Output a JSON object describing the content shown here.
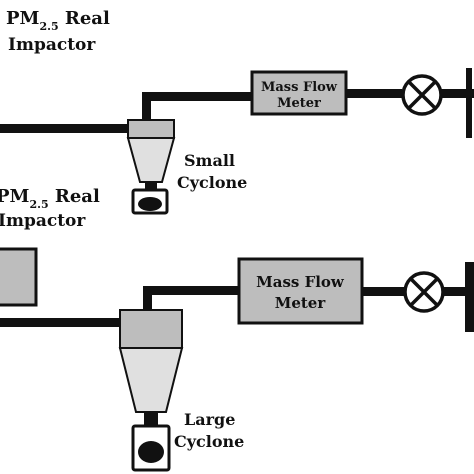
{
  "top_system": {
    "impactor_label": "PM",
    "impactor_subscript": "2.5",
    "impactor_label_suffix": " Real",
    "impactor_label_line2": "Impactor",
    "meter_label_line1": "Mass Flow",
    "meter_label_line2": "Meter",
    "cyclone_label_line1": "Small",
    "cyclone_label_line2": "Cyclone"
  },
  "bottom_system": {
    "impactor_label": "PM",
    "impactor_subscript": "2.5",
    "impactor_label_suffix": " Real",
    "impactor_label_line2": "Impactor",
    "meter_label_line1": "Mass Flow",
    "meter_label_line2": "Meter",
    "cyclone_label_line1": "Large",
    "cyclone_label_line2": "Cyclone"
  },
  "colors": {
    "line": "#111111",
    "box_fill": "#bdbdbd",
    "cyclone_fill": "#e0e0e0",
    "background": "#ffffff"
  },
  "icons": {
    "valve": "valve-icon",
    "sample_cup": "sample-cup-icon"
  }
}
